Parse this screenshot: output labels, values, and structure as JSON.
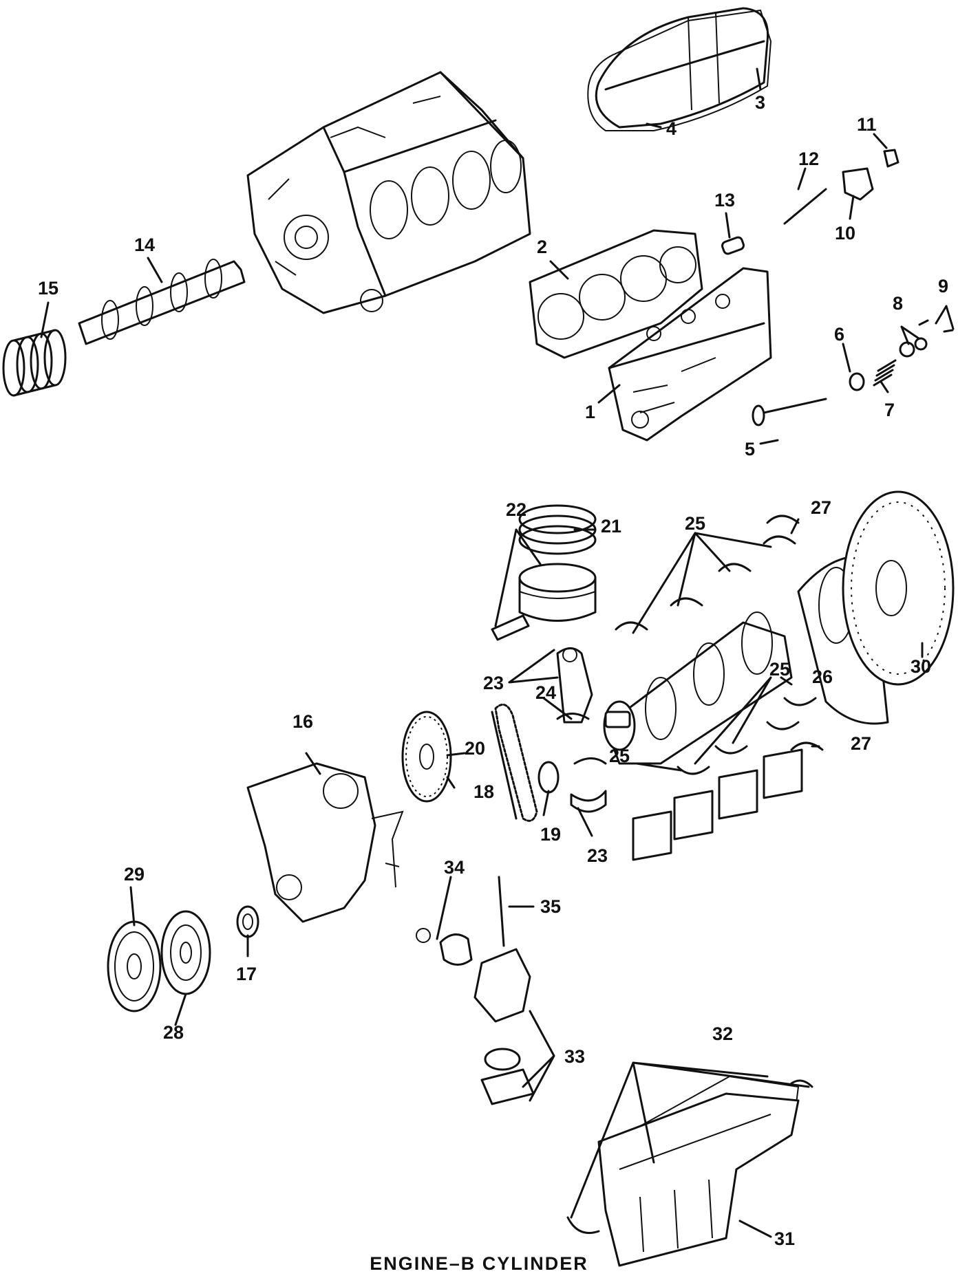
{
  "caption": "ENGINE–B CYLINDER",
  "callouts": {
    "c1": "1",
    "c2": "2",
    "c3": "3",
    "c4": "4",
    "c5": "5",
    "c6": "6",
    "c7": "7",
    "c8": "8",
    "c9": "9",
    "c10": "10",
    "c11": "11",
    "c12": "12",
    "c13": "13",
    "c14": "14",
    "c15": "15",
    "c16": "16",
    "c17": "17",
    "c18": "18",
    "c19": "19",
    "c20": "20",
    "c21": "21",
    "c22": "22",
    "c23a": "23",
    "c23b": "23",
    "c24": "24",
    "c25a": "25",
    "c25b": "25",
    "c25c": "25",
    "c26": "26",
    "c27a": "27",
    "c27b": "27",
    "c28": "28",
    "c29": "29",
    "c30": "30",
    "c31": "31",
    "c32": "32",
    "c33": "33",
    "c34": "34",
    "c35": "35"
  }
}
